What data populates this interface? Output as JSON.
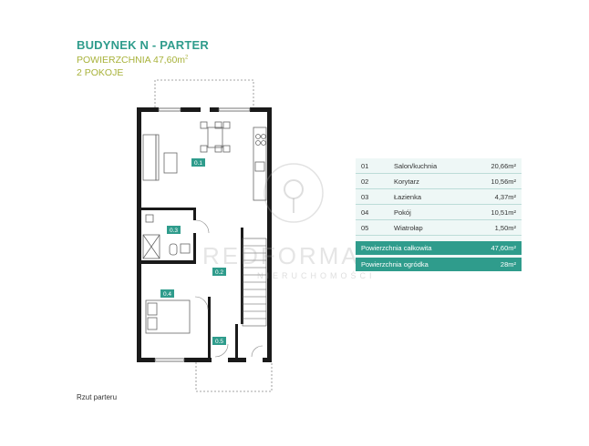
{
  "header": {
    "title": "BUDYNEK N - PARTER",
    "area_prefix": "POWIERZCHNIA 47,60m",
    "area_sup": "2",
    "rooms": "2 POKOJE"
  },
  "plan": {
    "room_labels": [
      "0.1",
      "0.2",
      "0.3",
      "0.4",
      "0.5"
    ],
    "caption": "Rzut parteru",
    "colors": {
      "wall": "#1a1a1a",
      "label_bg": "#2f9c8c",
      "furniture": "#666666"
    }
  },
  "rooms_table": [
    {
      "no": "01",
      "name": "Salon/kuchnia",
      "area": "20,66m²"
    },
    {
      "no": "02",
      "name": "Korytarz",
      "area": "10,56m²"
    },
    {
      "no": "03",
      "name": "Łazienka",
      "area": "4,37m²"
    },
    {
      "no": "04",
      "name": "Pokój",
      "area": "10,51m²"
    },
    {
      "no": "05",
      "name": "Wiatrołap",
      "area": "1,50m²"
    }
  ],
  "totals": [
    {
      "name": "Powierzchnia całkowita",
      "area": "47,60m²"
    },
    {
      "name": "Powierzchnia ogródka",
      "area": "28m²"
    }
  ],
  "watermark": {
    "text": "REDFORMACJA",
    "subtext": "NIERUCHOMOŚCI"
  },
  "theme": {
    "accent": "#2f9c8c",
    "secondary": "#a8b23a",
    "table_bg": "#eef7f6"
  }
}
